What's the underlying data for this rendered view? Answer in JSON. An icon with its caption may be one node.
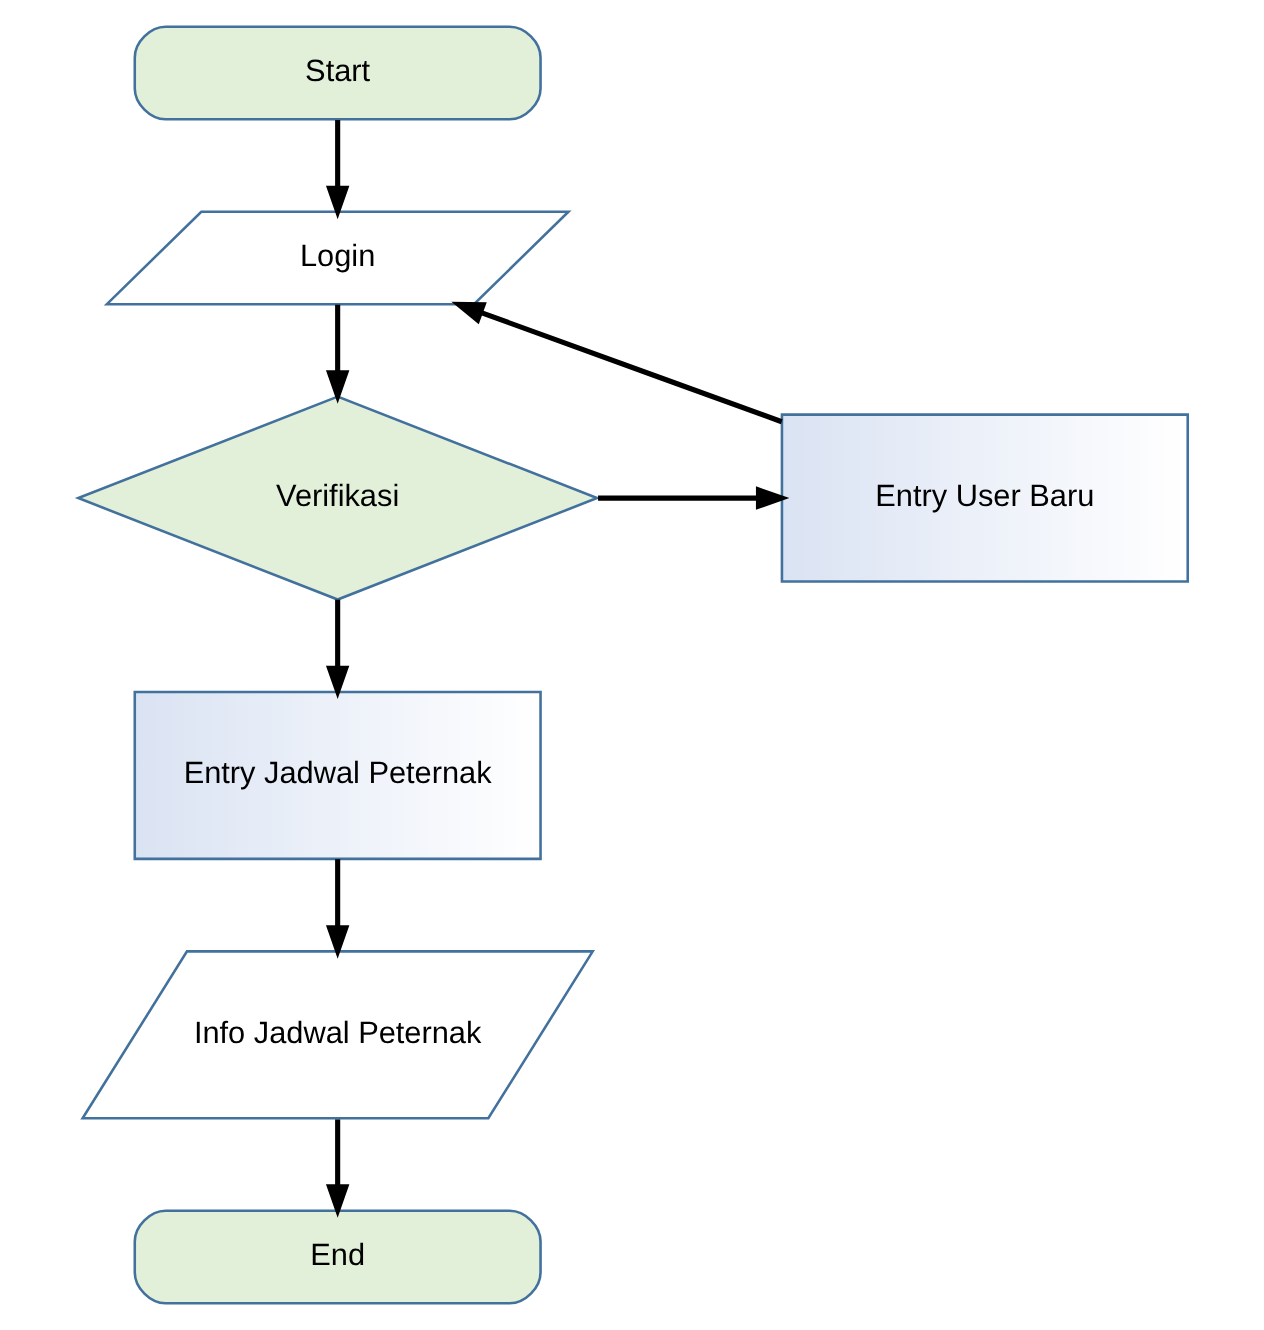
{
  "diagram": {
    "nodes": [
      {
        "text": [
          "Start"
        ]
      },
      {
        "text": [
          "Login"
        ]
      },
      {
        "text": [
          "Verifikasi"
        ]
      },
      {
        "text": [
          "Entry User Baru"
        ]
      },
      {
        "text": [
          "Entry Jadwal Peternak"
        ]
      },
      {
        "text": [
          "Info Jadwal Peternak"
        ]
      },
      {
        "text": [
          "End"
        ]
      }
    ],
    "edges": [
      {
        "from": 0,
        "to": 1,
        "arrow": "to"
      },
      {
        "from": 1,
        "to": 2,
        "arrow": "to"
      },
      {
        "from": 2,
        "to": 3,
        "arrow": "to"
      },
      {
        "from": 3,
        "to": 1,
        "arrow": "to"
      },
      {
        "from": 2,
        "to": 4,
        "arrow": "to"
      },
      {
        "from": 4,
        "to": 5,
        "arrow": "to"
      },
      {
        "from": 5,
        "to": 6,
        "arrow": "to"
      }
    ]
  }
}
